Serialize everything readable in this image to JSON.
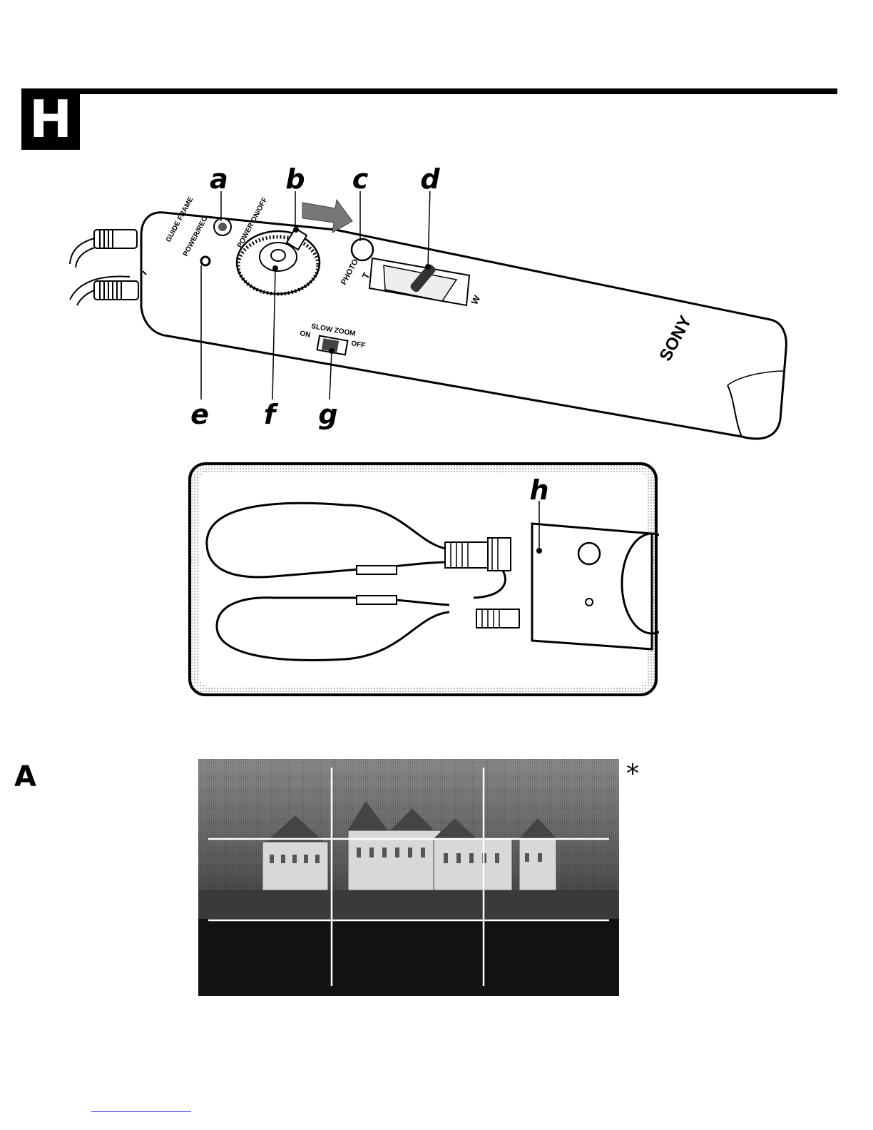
{
  "section": {
    "letter": "H"
  },
  "remote": {
    "callouts": [
      "a",
      "b",
      "c",
      "d",
      "e",
      "f",
      "g"
    ],
    "labels": {
      "guide_frame": "GUIDE FRAME",
      "power_rec": "POWER/REC",
      "power_onoff": "POWER ON/OFF",
      "photo": "PHOTO",
      "t": "T",
      "w": "W",
      "slow_zoom": "SLOW ZOOM",
      "on": "ON",
      "off": "OFF",
      "brand": "SONY"
    }
  },
  "inset": {
    "callout": "h"
  },
  "figure_a": {
    "label": "A",
    "asterisk": "*"
  }
}
